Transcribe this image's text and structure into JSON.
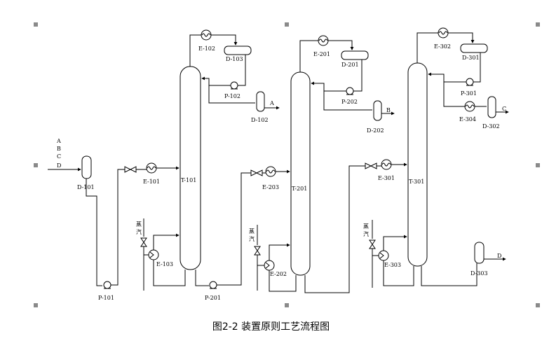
{
  "caption": "图2-2  装置原则工艺流程图",
  "feeds": [
    "A",
    "B",
    "C",
    "D"
  ],
  "steam_label": [
    "蒸",
    "汽"
  ],
  "products": {
    "A": "A",
    "B": "B",
    "C": "C",
    "D": "D"
  },
  "section1": {
    "vessel": "D-101",
    "pump": "P-101",
    "preheater": "E-101",
    "column": "T-101",
    "reboiler": "E-103",
    "condenser": "E-102",
    "reflux_drum": "D-103",
    "reflux_pump": "P-102",
    "product_tank": "D-102",
    "bottoms_pump": "P-201"
  },
  "section2": {
    "preheater": "E-203",
    "column": "T-201",
    "reboiler": "E-202",
    "condenser": "E-201",
    "reflux_drum": "D-201",
    "reflux_pump": "P-202",
    "product_tank": "D-202"
  },
  "section3": {
    "preheater": "E-301",
    "column": "T-301",
    "reboiler": "E-303",
    "condenser": "E-302",
    "reflux_drum": "D-301",
    "reflux_pump": "P-301",
    "cooler": "E-304",
    "product_tank": "D-302",
    "bottoms_tank": "D-303"
  }
}
